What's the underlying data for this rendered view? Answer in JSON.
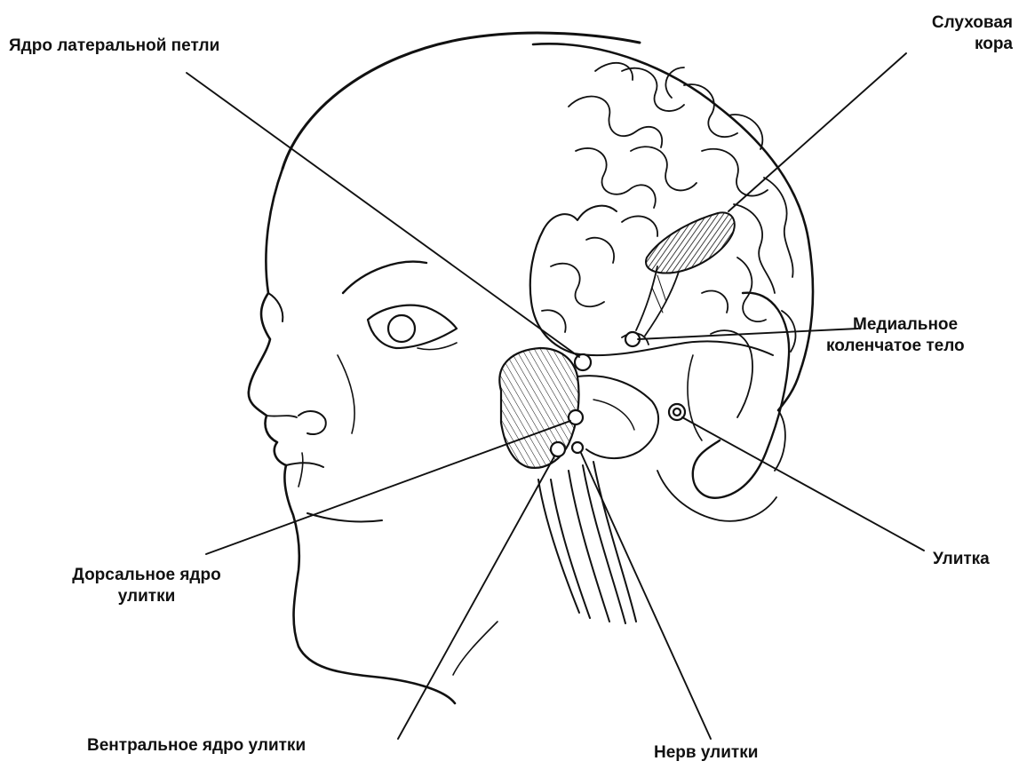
{
  "colors": {
    "ink": "#111111",
    "background": "#ffffff"
  },
  "labels": {
    "lateral_lemniscus": "Ядро латеральной петли",
    "auditory_cortex_line1": "Слуховая",
    "auditory_cortex_line2": "кора",
    "medial_geniculate_line1": "Медиальное",
    "medial_geniculate_line2": "коленчатое тело",
    "cochlea": "Улитка",
    "dorsal_nucleus_line1": "Дорсальное ядро",
    "dorsal_nucleus_line2": "улитки",
    "ventral_nucleus": "Вентральное ядро улитки",
    "cochlear_nerve": "Нерв улитки"
  }
}
